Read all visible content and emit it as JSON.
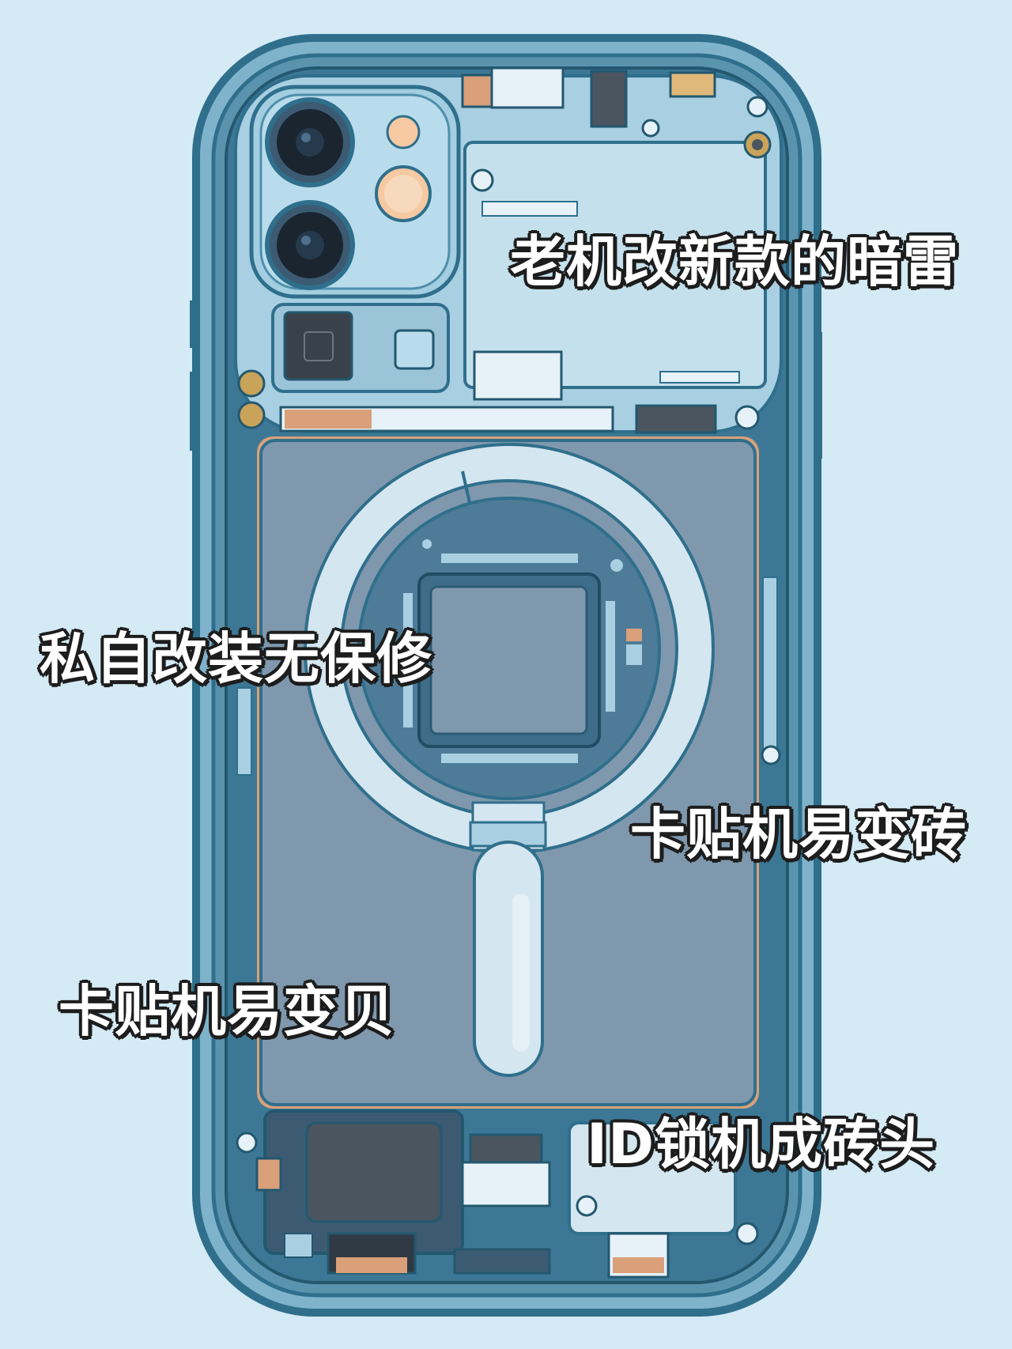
{
  "annotations": [
    {
      "id": "cap-1",
      "text": "老机改新款的暗雷"
    },
    {
      "id": "cap-2",
      "text": "私自改装无保修"
    },
    {
      "id": "cap-3",
      "text": "卡贴机易变砖"
    },
    {
      "id": "cap-4",
      "text": "卡贴机易变贝"
    },
    {
      "id": "cap-5",
      "text": "ID锁机成砖头"
    }
  ],
  "colors": {
    "background": "#cfe6f2",
    "frame": "#2f6f8c",
    "frame_light": "#7fb3cc",
    "board": "#a9cfe2",
    "battery": "#7f98ad",
    "magsafe_ring": "#d4e6f0",
    "chip": "#5f7f99",
    "copper": "#d9a07a",
    "caption_fill": "#ffffff",
    "caption_outline": "#1d1d1d"
  },
  "icons": {
    "camera": "dual-lens-camera-icon",
    "magsafe": "magsafe-ring-icon",
    "processor": "chip-icon"
  }
}
